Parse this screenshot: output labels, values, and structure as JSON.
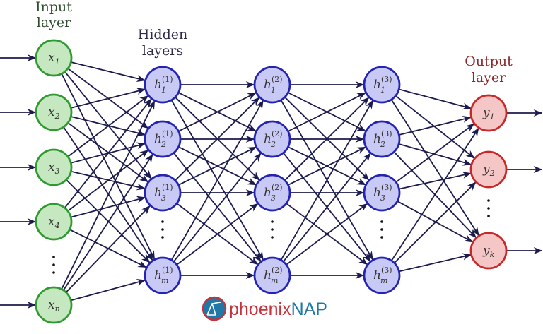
{
  "titles": {
    "input": [
      "Input",
      "layer"
    ],
    "hidden": [
      "Hidden",
      "layers"
    ],
    "output": [
      "Output",
      "layer"
    ]
  },
  "colors": {
    "edge": "#1b1b4d",
    "input_fill": "#c6e8c0",
    "input_stroke": "#2f9a2f",
    "input_title": "#2f4f2f",
    "hidden_fill": "#c9c9f5",
    "hidden_stroke": "#2323b5",
    "hidden_title": "#2b2b4a",
    "output_fill": "#f5c6c6",
    "output_stroke": "#c82828",
    "output_title": "#8a2a2a",
    "logo_red": "#c8323a",
    "logo_blue": "#1f78a8"
  },
  "layers": [
    {
      "type": "input",
      "nodes": [
        {
          "base": "x",
          "sub": "1"
        },
        {
          "base": "x",
          "sub": "2"
        },
        {
          "base": "x",
          "sub": "3"
        },
        {
          "base": "x",
          "sub": "4"
        },
        {
          "ellipsis": true
        },
        {
          "base": "x",
          "sub": "n"
        }
      ]
    },
    {
      "type": "hidden",
      "nodes": [
        {
          "base": "h",
          "sub": "1",
          "sup": "(1)"
        },
        {
          "base": "h",
          "sub": "2",
          "sup": "(1)"
        },
        {
          "base": "h",
          "sub": "3",
          "sup": "(1)"
        },
        {
          "ellipsis": true
        },
        {
          "base": "h",
          "sub": "m",
          "sup": "(1)"
        }
      ]
    },
    {
      "type": "hidden",
      "nodes": [
        {
          "base": "h",
          "sub": "1",
          "sup": "(2)"
        },
        {
          "base": "h",
          "sub": "2",
          "sup": "(2)"
        },
        {
          "base": "h",
          "sub": "3",
          "sup": "(2)"
        },
        {
          "ellipsis": true
        },
        {
          "base": "h",
          "sub": "m",
          "sup": "(2)"
        }
      ]
    },
    {
      "type": "hidden",
      "nodes": [
        {
          "base": "h",
          "sub": "1",
          "sup": "(3)"
        },
        {
          "base": "h",
          "sub": "2",
          "sup": "(3)"
        },
        {
          "base": "h",
          "sub": "3",
          "sup": "(3)"
        },
        {
          "ellipsis": true
        },
        {
          "base": "h",
          "sub": "m",
          "sup": "(3)"
        }
      ]
    },
    {
      "type": "output",
      "nodes": [
        {
          "base": "y",
          "sub": "1"
        },
        {
          "base": "y",
          "sub": "2"
        },
        {
          "ellipsis": true
        },
        {
          "base": "y",
          "sub": "k"
        }
      ]
    }
  ],
  "logo": {
    "part1": "phoenix",
    "part2": "NAP"
  }
}
